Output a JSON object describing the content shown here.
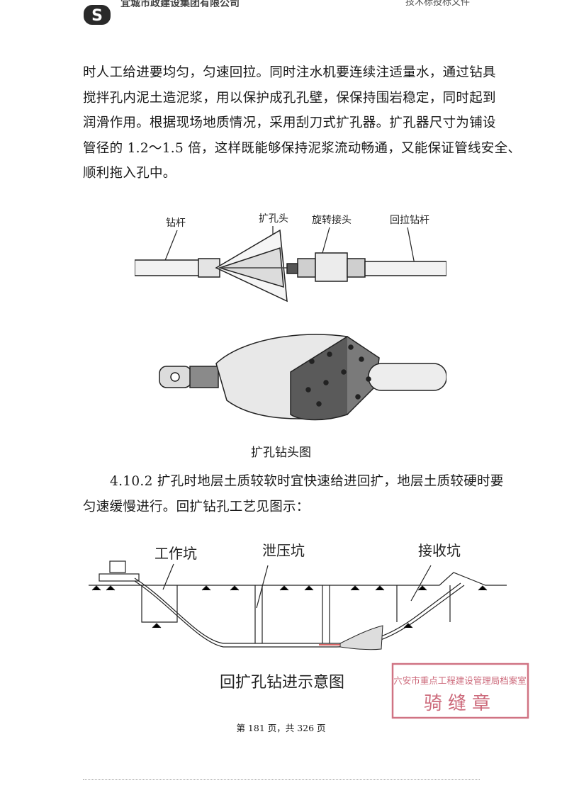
{
  "header": {
    "company": "宜城市政建设集团有限公司",
    "doc_type": "技术标投标文件"
  },
  "paragraph1": [
    "时人工给进要均匀，匀速回拉。同时注水机要连续注适量水，通过钻具",
    "搅拌孔内泥土造泥浆，用以保护成孔孔壁，保保持围岩稳定，同时起到",
    "润滑作用。根据现场地质情况，采用刮刀式扩孔器。扩孔器尺寸为铺设",
    "管径的 1.2～1.5 倍，这样既能够保持泥浆流动畅通，又能保证管线安全、",
    "顺利拖入孔中。"
  ],
  "figure1": {
    "labels": [
      "钻杆",
      "扩孔头",
      "旋转接头",
      "回拉钻杆"
    ],
    "caption": "扩孔钻头图"
  },
  "paragraph2": [
    "4.10.2 扩孔时地层土质较软时宜快速给进回扩，地层土质较硬时要",
    "匀速缓慢进行。回扩钻孔工艺见图示："
  ],
  "figure2": {
    "labels": [
      "工作坑",
      "泄压坑",
      "接收坑"
    ],
    "caption": "回扩孔钻进示意图"
  },
  "stamp": {
    "line1": "六安市重点工程建设管理局档案室",
    "line2": "骑缝章"
  },
  "page_number": "第 181 页，共 326 页",
  "colors": {
    "stamp": "#c0445a",
    "text": "#1a1a1a"
  }
}
